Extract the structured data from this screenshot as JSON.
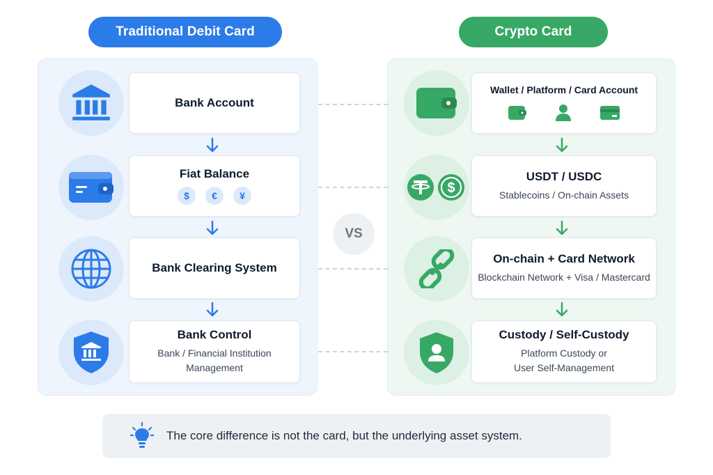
{
  "left": {
    "header": "Traditional Debit Card",
    "steps": [
      {
        "title": "Bank Account"
      },
      {
        "title": "Fiat Balance",
        "currencies": [
          "$",
          "€",
          "¥"
        ]
      },
      {
        "title": "Bank Clearing System"
      },
      {
        "title": "Bank Control",
        "sub1": "Bank / Financial Institution",
        "sub2": "Management"
      }
    ]
  },
  "right": {
    "header": "Crypto Card",
    "steps": [
      {
        "title": "Wallet / Platform / Card Account"
      },
      {
        "title": "USDT / USDC",
        "sub1": "Stablecoins / On-chain Assets"
      },
      {
        "title": "On-chain + Card Network",
        "sub1": "Blockchain Network + Visa / Mastercard"
      },
      {
        "title": "Custody / Self-Custody",
        "sub1": "Platform Custody or",
        "sub2": "User Self-Management"
      }
    ]
  },
  "vs_label": "VS",
  "footer": {
    "text": "The core difference is not the card, but the underlying asset system."
  },
  "icons": {
    "left": [
      "bank-icon",
      "wallet-icon",
      "globe-icon",
      "shield-bank-icon"
    ],
    "right": [
      "wallet-icon",
      "stablecoin-icons",
      "chain-link-icon",
      "shield-user-icon"
    ],
    "footer": "lightbulb-icon"
  },
  "colors": {
    "blue": "#2b7be8",
    "green": "#37a865",
    "panel_blue": "#eef5fd",
    "panel_green": "#eef7f1"
  }
}
